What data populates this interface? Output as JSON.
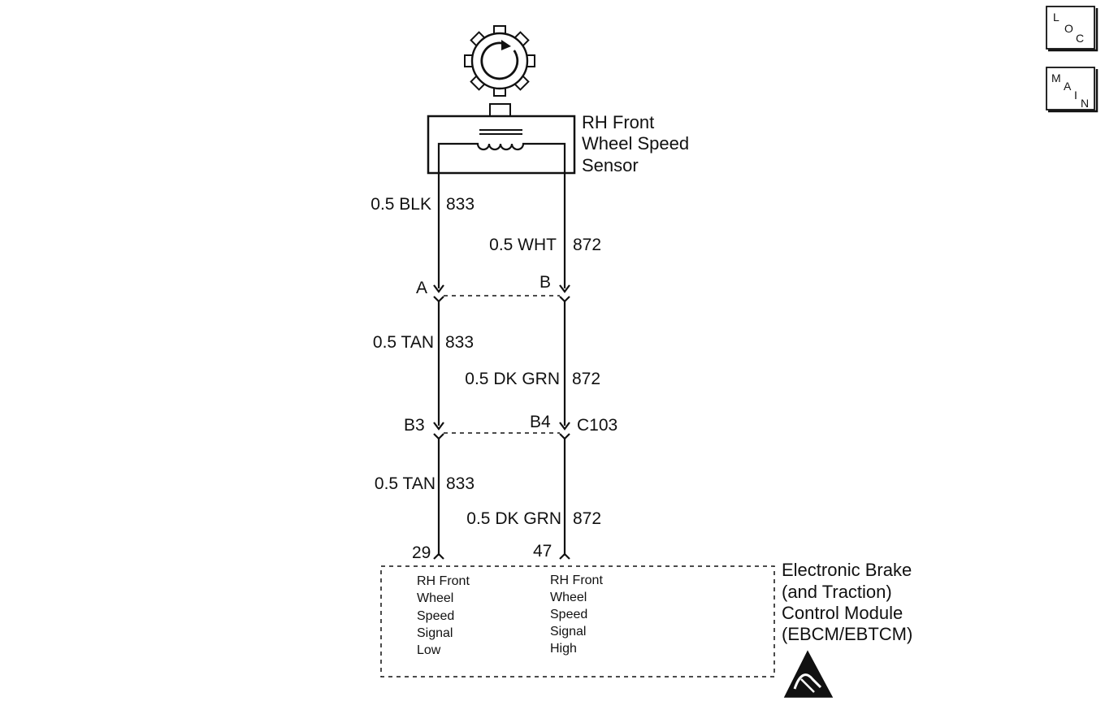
{
  "nav": {
    "loc": [
      "L",
      "O",
      "C"
    ],
    "main": [
      "M",
      "A",
      "I",
      "N"
    ]
  },
  "sensor": {
    "label": [
      "RH Front",
      "Wheel Speed",
      "Sensor"
    ]
  },
  "wires": {
    "sensor_left": {
      "gauge_color": "0.5 BLK",
      "circuit": "833"
    },
    "sensor_right": {
      "gauge_color": "0.5 WHT",
      "circuit": "872"
    },
    "mid_left": {
      "gauge_color": "0.5 TAN",
      "circuit": "833"
    },
    "mid_right": {
      "gauge_color": "0.5 DK GRN",
      "circuit": "872"
    },
    "low_left": {
      "gauge_color": "0.5 TAN",
      "circuit": "833"
    },
    "low_right": {
      "gauge_color": "0.5 DK GRN",
      "circuit": "872"
    }
  },
  "connectors": {
    "first": {
      "left_pin": "A",
      "right_pin": "B"
    },
    "second": {
      "left_pin": "B3",
      "right_pin": "B4",
      "id": "C103"
    }
  },
  "module": {
    "pins": {
      "left": "29",
      "right": "47"
    },
    "left_terminal": [
      "RH Front",
      "Wheel",
      "Speed",
      "Signal",
      "Low"
    ],
    "right_terminal": [
      "RH Front",
      "Wheel",
      "Speed",
      "Signal",
      "High"
    ],
    "label": [
      "Electronic Brake",
      "(and Traction)",
      "Control Module",
      "(EBCM/EBTCM)"
    ]
  },
  "esd_icon": "esd-sensitive-icon"
}
